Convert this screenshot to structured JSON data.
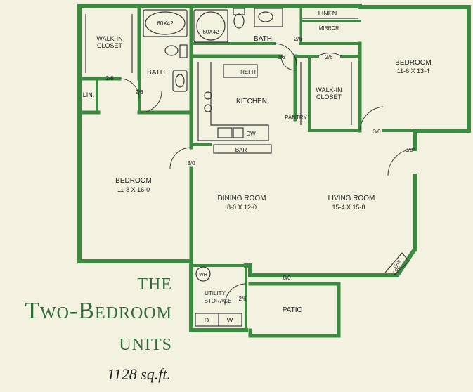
{
  "title": {
    "line1": "THE",
    "line2": "Two-Bedroom",
    "line3": "UNITS",
    "area": "1128 sq.ft."
  },
  "rooms": {
    "walkin1": [
      "WALK-IN",
      "CLOSET"
    ],
    "bath1": "BATH",
    "lin": "LIN.",
    "bath2": "BATH",
    "tub1": "60X42",
    "tub2": "60X42",
    "linen": "LINEN",
    "mirror": "MIRROR",
    "kitchen": "KITCHEN",
    "refr": "REFR",
    "dw": "DW",
    "bar": "BAR",
    "pantry": "PANTRY",
    "walkin2": [
      "WALK-IN",
      "CLOSET"
    ],
    "bedroom2": {
      "name": "BEDROOM",
      "size": "11-6 X 13-4"
    },
    "bedroom1": {
      "name": "BEDROOM",
      "size": "11-8 X 16-0"
    },
    "dining": {
      "name": "DINING ROOM",
      "size": "8-0 X 12-0"
    },
    "living": {
      "name": "LIVING ROOM",
      "size": "15-4 X 15-8"
    },
    "utility": [
      "UTILITY",
      "STORAGE"
    ],
    "wh": "WH",
    "dryer": "D",
    "washer": "W",
    "patio": "PATIO",
    "gaslog": [
      "GAS",
      "LOG"
    ]
  },
  "doors": {
    "d1": "2/6",
    "d2": "2/6",
    "d3": "2/6",
    "d4": "2/6",
    "d5": "2/6",
    "d6": "3/0",
    "d7": "3/0",
    "d8": "3/0",
    "d9": "8/0",
    "d10": "2/6"
  },
  "colors": {
    "wall": "#3a8a3f",
    "background": "#f3f1df",
    "title": "#2f6b3a"
  }
}
